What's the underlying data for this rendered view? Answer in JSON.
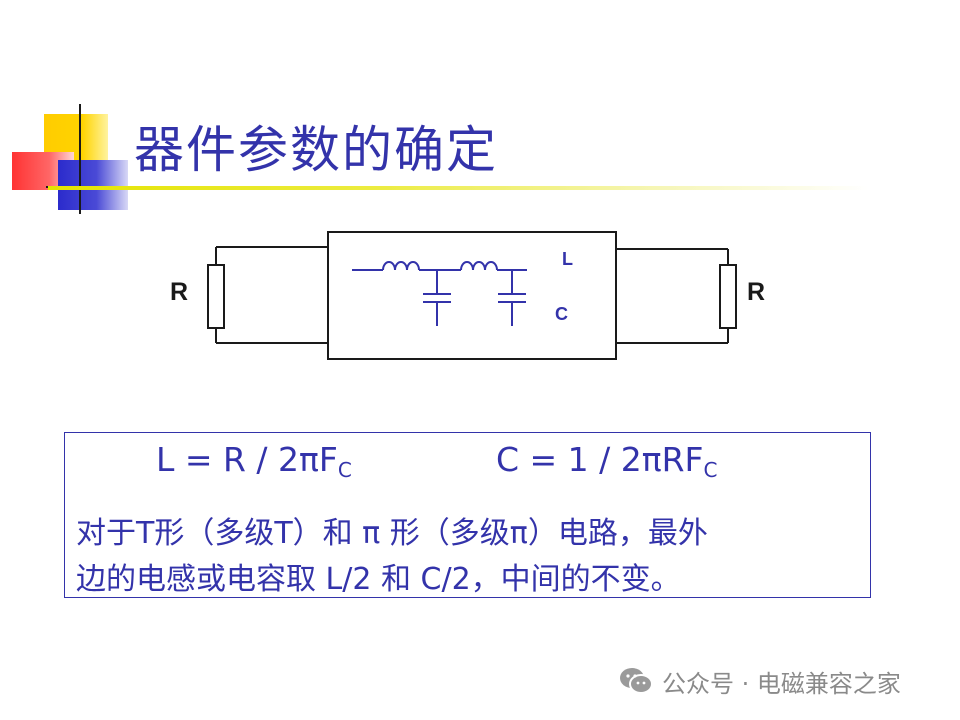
{
  "slide": {
    "title": "器件参数的确定",
    "colors": {
      "accent": "#3333aa",
      "yellow": "#ffcc00",
      "red": "#ff3333",
      "blue": "#3333cc",
      "rule": "#e8e800"
    }
  },
  "circuit": {
    "left_resistor_label": "R",
    "right_resistor_label": "R",
    "inductor_label": "L",
    "capacitor_label": "C"
  },
  "formulas": {
    "l_main": "L = R / 2πF",
    "l_sub": "C",
    "c_main": "C = 1 / 2πRF",
    "c_sub": "C"
  },
  "note": {
    "line1": "对于T形（多级T）和 π 形（多级π）电路，最外",
    "line2": "边的电感或电容取 L/2 和 C/2，中间的不变。"
  },
  "watermark": {
    "icon": "wechat-icon",
    "text": "公众号 · 电磁兼容之家"
  }
}
